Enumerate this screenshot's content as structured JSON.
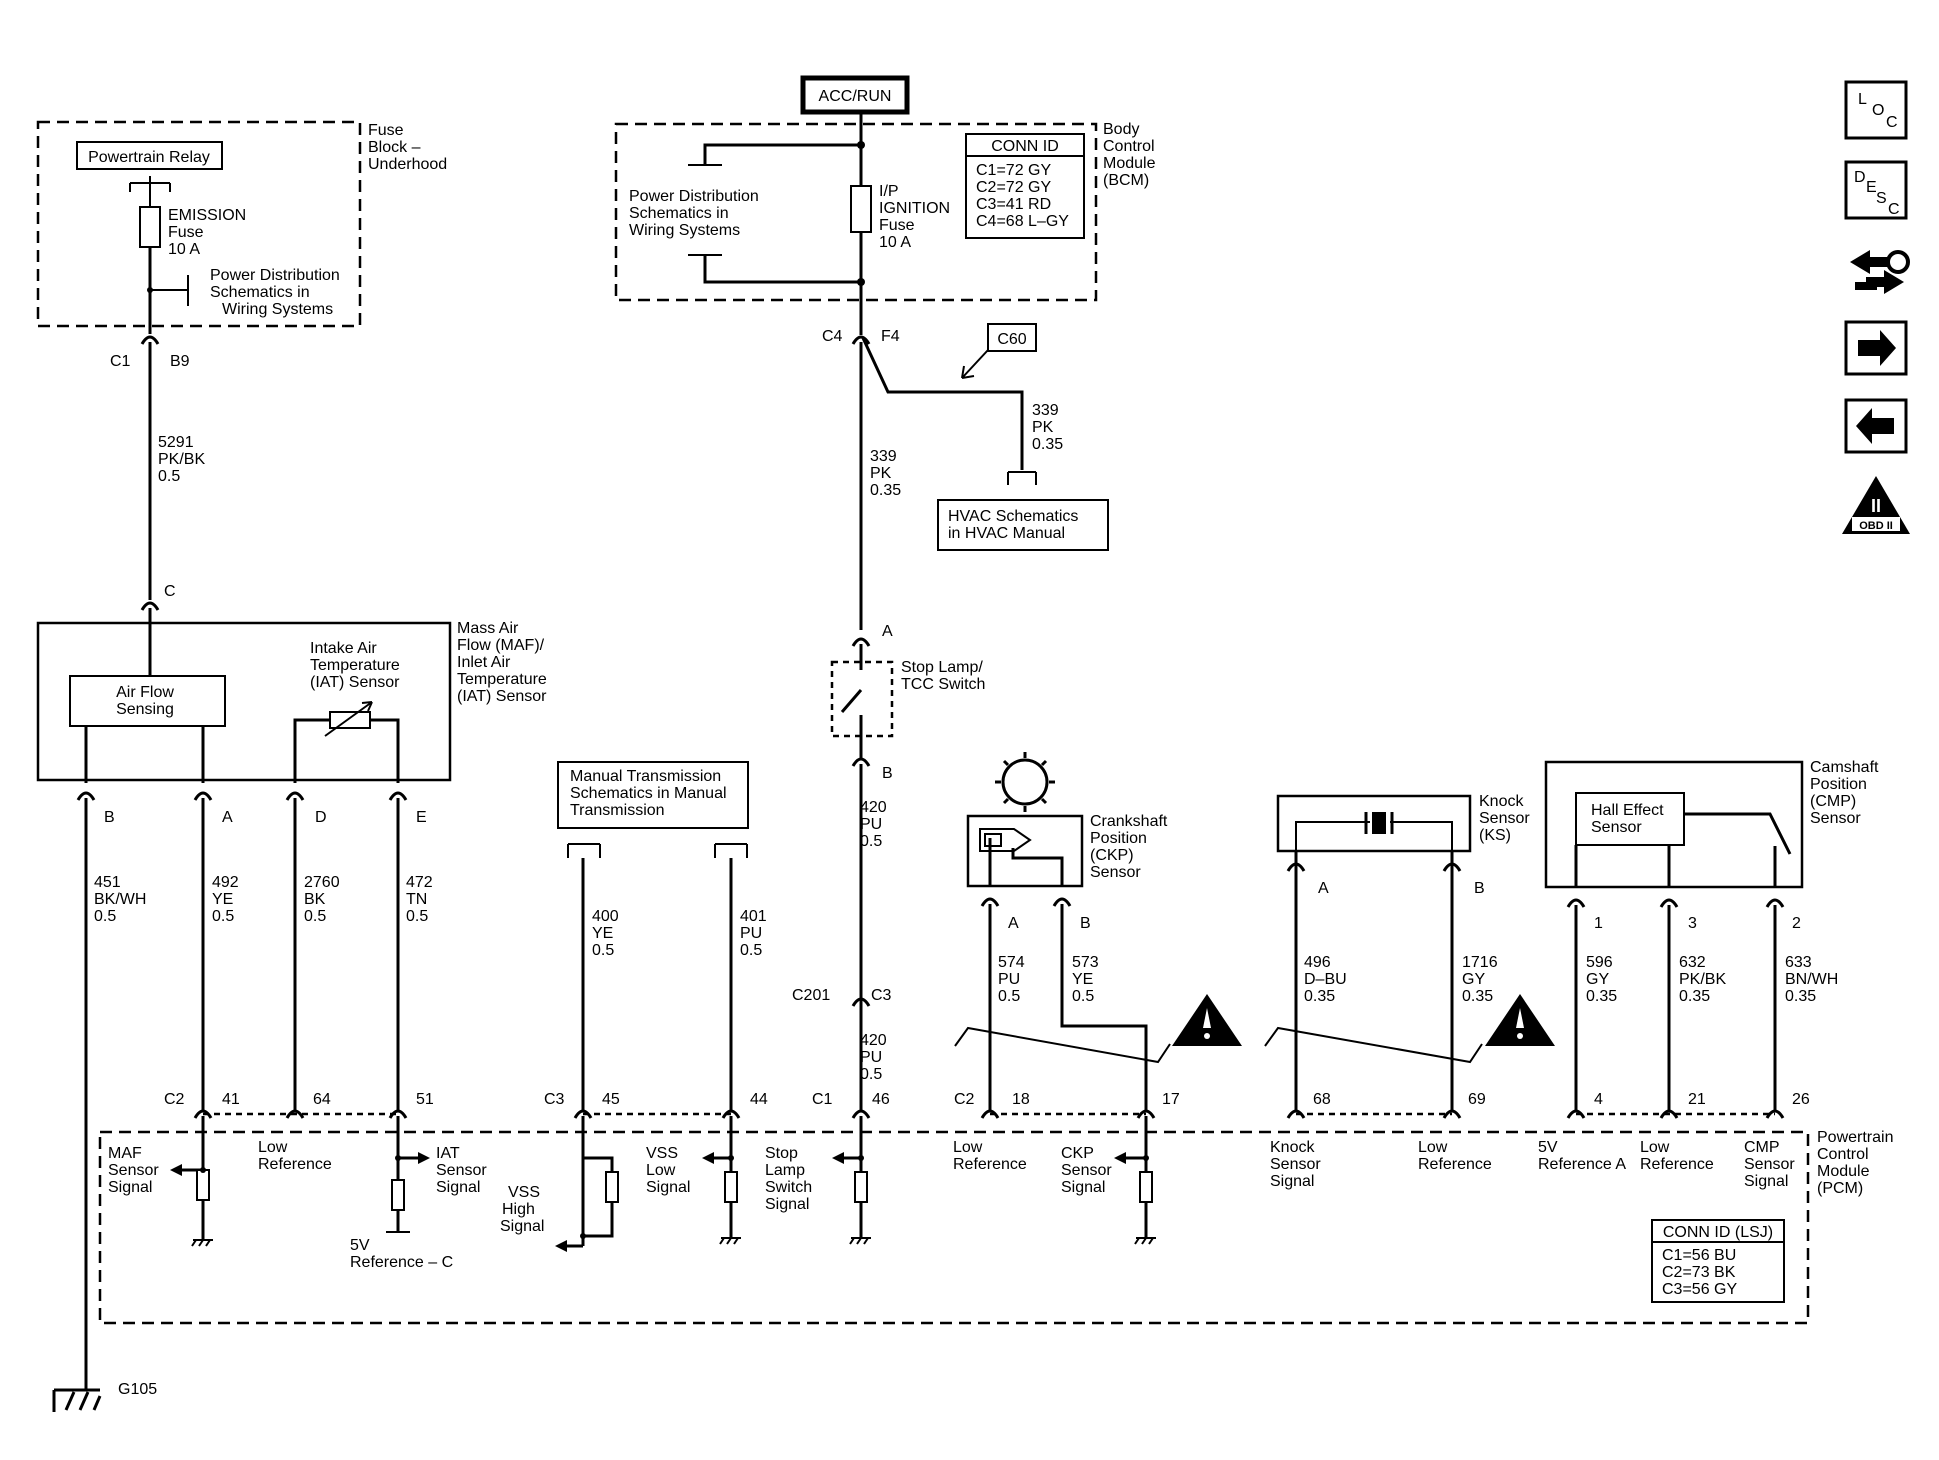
{
  "top": {
    "acc_run": "ACC/RUN"
  },
  "fuse_block": {
    "title": [
      "Fuse",
      "Block –",
      "Underhood"
    ],
    "relay": "Powertrain Relay",
    "fuse": [
      "EMISSION",
      "Fuse",
      "10 A"
    ],
    "power_dist": [
      "Power Distribution",
      "Schematics in",
      "Wiring  Systems"
    ],
    "c1": "C1",
    "b9": "B9"
  },
  "bcm": {
    "title": [
      "Body",
      "Control",
      "Module",
      "(BCM)"
    ],
    "power_dist": [
      "Power Distribution",
      "Schematics in",
      "Wiring  Systems"
    ],
    "fuse": [
      "I/P",
      "IGNITION",
      "Fuse",
      "10 A"
    ],
    "conn_title": "CONN ID",
    "conn": [
      "C1=72 GY",
      "C2=72 GY",
      "C3=41 RD",
      "C4=68 L–GY"
    ],
    "c4": "C4",
    "f4": "F4"
  },
  "c60": "C60",
  "hvac": [
    "HVAC Schematics",
    "in HVAC Manual"
  ],
  "maf": {
    "title": [
      "Mass Air",
      "Flow (MAF)/",
      "Inlet Air",
      "Temperature",
      "(IAT) Sensor"
    ],
    "air_flow": [
      "Air Flow",
      "Sensing"
    ],
    "iat": [
      "Intake Air",
      "Temperature",
      "(IAT) Sensor"
    ],
    "c_pin": "C",
    "pins": [
      "B",
      "A",
      "D",
      "E"
    ]
  },
  "manual_trans": [
    "Manual Transmission",
    "Schematics in Manual",
    "Transmission"
  ],
  "stop_lamp": {
    "title": [
      "Stop Lamp/",
      "TCC Switch"
    ],
    "pin_a": "A",
    "pin_b": "B",
    "c201": "C201",
    "c3": "C3"
  },
  "ckp": {
    "title": [
      "Crankshaft",
      "Position",
      "(CKP)",
      "Sensor"
    ],
    "pins": [
      "A",
      "B"
    ]
  },
  "ks": {
    "title": [
      "Knock",
      "Sensor",
      "(KS)"
    ],
    "pins": [
      "A",
      "B"
    ]
  },
  "cmp": {
    "title": [
      "Camshaft",
      "Position",
      "(CMP)",
      "Sensor"
    ],
    "hall": [
      "Hall Effect",
      "Sensor"
    ],
    "pins": [
      "1",
      "3",
      "2"
    ]
  },
  "wires": {
    "w5291": [
      "5291",
      "PK/BK",
      "0.5"
    ],
    "w339a": [
      "339",
      "PK",
      "0.35"
    ],
    "w339b": [
      "339",
      "PK",
      "0.35"
    ],
    "w451": [
      "451",
      "BK/WH",
      "0.5"
    ],
    "w492": [
      "492",
      "YE",
      "0.5"
    ],
    "w2760": [
      "2760",
      "BK",
      "0.5"
    ],
    "w472": [
      "472",
      "TN",
      "0.5"
    ],
    "w400": [
      "400",
      "YE",
      "0.5"
    ],
    "w401": [
      "401",
      "PU",
      "0.5"
    ],
    "w420a": [
      "420",
      "PU",
      "0.5"
    ],
    "w420b": [
      "420",
      "PU",
      "0.5"
    ],
    "w574": [
      "574",
      "PU",
      "0.5"
    ],
    "w573": [
      "573",
      "YE",
      "0.5"
    ],
    "w496": [
      "496",
      "D–BU",
      "0.35"
    ],
    "w1716": [
      "1716",
      "GY",
      "0.35"
    ],
    "w596": [
      "596",
      "GY",
      "0.35"
    ],
    "w632": [
      "632",
      "PK/BK",
      "0.35"
    ],
    "w633": [
      "633",
      "BN/WH",
      "0.35"
    ]
  },
  "pcm": {
    "title": [
      "Powertrain",
      "Control",
      "Module",
      "(PCM)"
    ],
    "connectors": [
      "C2",
      "C3",
      "C1",
      "C2"
    ],
    "pins": [
      "41",
      "64",
      "51",
      "45",
      "44",
      "46",
      "18",
      "17",
      "68",
      "69",
      "4",
      "21",
      "26"
    ],
    "sig_maf": [
      "MAF",
      "Sensor",
      "Signal"
    ],
    "sig_lowref1": [
      "Low",
      "Reference"
    ],
    "sig_iat": [
      "IAT",
      "Sensor",
      "Signal"
    ],
    "sig_5vc": [
      "5V",
      "Reference – C"
    ],
    "sig_vss_high": [
      "VSS",
      "High",
      "Signal"
    ],
    "sig_vss_low": [
      "VSS",
      "Low",
      "Signal"
    ],
    "sig_stop": [
      "Stop",
      "Lamp",
      "Switch",
      "Signal"
    ],
    "sig_lowref2": [
      "Low",
      "Reference"
    ],
    "sig_ckp": [
      "CKP",
      "Sensor",
      "Signal"
    ],
    "sig_knock": [
      "Knock",
      "Sensor",
      "Signal"
    ],
    "sig_lowref3": [
      "Low",
      "Reference"
    ],
    "sig_5va": [
      "5V",
      "Reference A"
    ],
    "sig_lowref4": [
      "Low",
      "Reference"
    ],
    "sig_cmp": [
      "CMP",
      "Sensor",
      "Signal"
    ],
    "conn_title": "CONN ID (LSJ)",
    "conn": [
      "C1=56 BU",
      "C2=73 BK",
      "C3=56 GY"
    ]
  },
  "ground": "G105",
  "nav": {
    "loc": [
      "L",
      "O",
      "C"
    ],
    "desc": [
      "D",
      "E",
      "S",
      "C"
    ],
    "obd": [
      "II",
      "OBD II"
    ]
  }
}
